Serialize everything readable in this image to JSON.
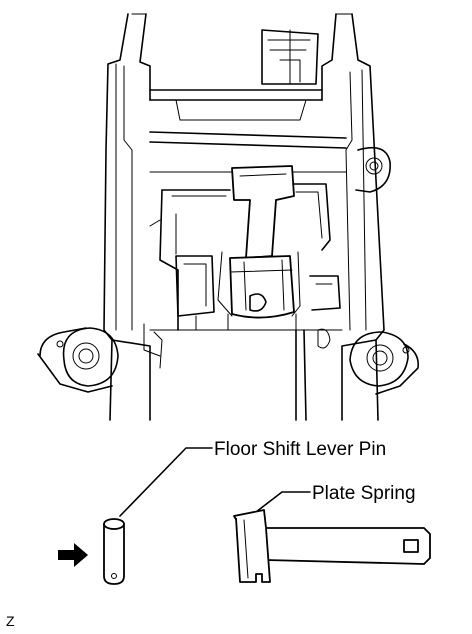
{
  "callouts": {
    "pin_label": "Floor Shift Lever Pin",
    "spring_label": "Plate Spring"
  },
  "figure_code": "Z",
  "icons": {
    "direction_arrow": "right-arrow-icon"
  }
}
